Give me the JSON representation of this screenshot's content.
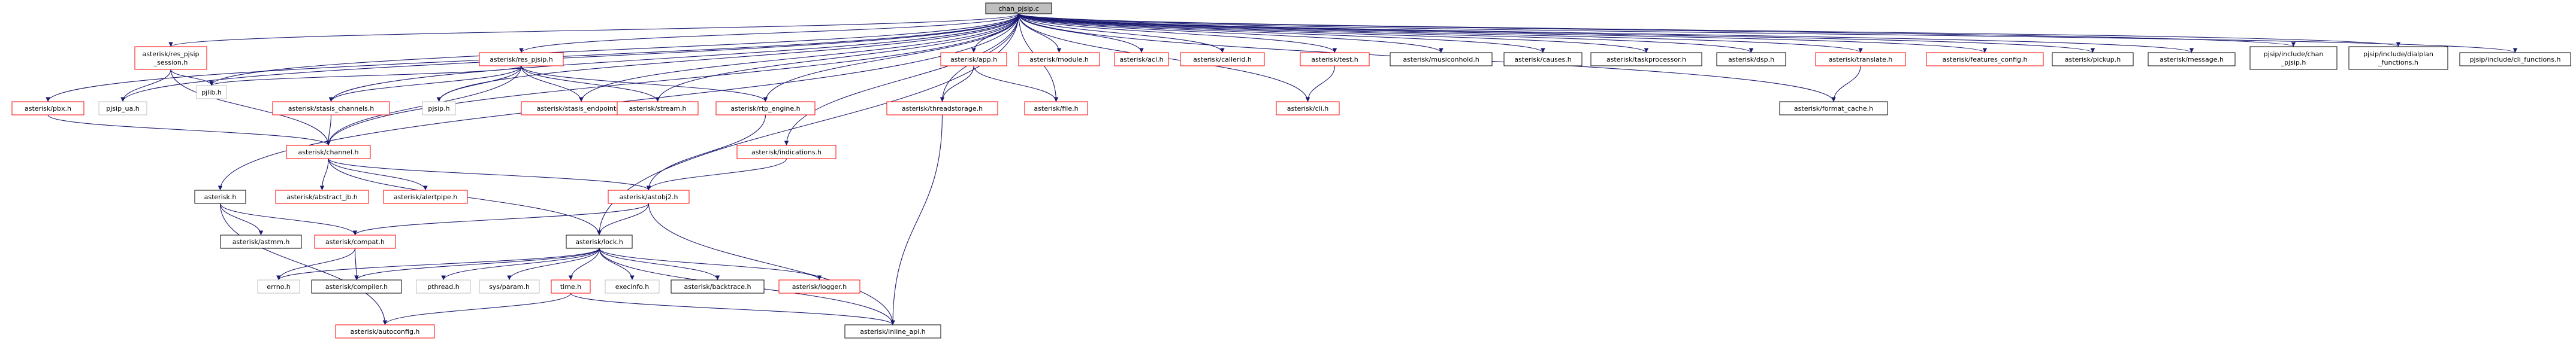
{
  "colors": {
    "edge": "#191970",
    "border_normal": "#000000",
    "border_missing": "#ff0000",
    "border_external": "#bfbfbf",
    "root_fill": "#bfbfbf"
  },
  "nodes": [
    {
      "id": "chan_pjsip",
      "label": "chan_pjsip.c",
      "kind": "root"
    },
    {
      "id": "res_pjsip_session",
      "label": "asterisk/res_pjsip\n_session.h",
      "kind": "missing"
    },
    {
      "id": "res_pjsip",
      "label": "asterisk/res_pjsip.h",
      "kind": "missing"
    },
    {
      "id": "pbx",
      "label": "asterisk/pbx.h",
      "kind": "missing"
    },
    {
      "id": "pjsip_ua",
      "label": "pjsip_ua.h",
      "kind": "external"
    },
    {
      "id": "pjlib",
      "label": "pjlib.h",
      "kind": "external"
    },
    {
      "id": "stasis_channels",
      "label": "asterisk/stasis_channels.h",
      "kind": "missing"
    },
    {
      "id": "pjsip",
      "label": "pjsip.h",
      "kind": "external"
    },
    {
      "id": "stasis_endpoints",
      "label": "asterisk/stasis_endpoints.h",
      "kind": "missing"
    },
    {
      "id": "stream",
      "label": "asterisk/stream.h",
      "kind": "missing"
    },
    {
      "id": "rtp_engine",
      "label": "asterisk/rtp_engine.h",
      "kind": "missing"
    },
    {
      "id": "indications",
      "label": "asterisk/indications.h",
      "kind": "missing"
    },
    {
      "id": "app",
      "label": "asterisk/app.h",
      "kind": "missing"
    },
    {
      "id": "threadstorage",
      "label": "asterisk/threadstorage.h",
      "kind": "missing"
    },
    {
      "id": "file",
      "label": "asterisk/file.h",
      "kind": "missing"
    },
    {
      "id": "module",
      "label": "asterisk/module.h",
      "kind": "missing"
    },
    {
      "id": "acl",
      "label": "asterisk/acl.h",
      "kind": "missing"
    },
    {
      "id": "callerid",
      "label": "asterisk/callerid.h",
      "kind": "missing"
    },
    {
      "id": "test",
      "label": "asterisk/test.h",
      "kind": "missing"
    },
    {
      "id": "cli",
      "label": "asterisk/cli.h",
      "kind": "missing"
    },
    {
      "id": "musiconhold",
      "label": "asterisk/musiconhold.h",
      "kind": "normal"
    },
    {
      "id": "causes",
      "label": "asterisk/causes.h",
      "kind": "normal"
    },
    {
      "id": "taskprocessor",
      "label": "asterisk/taskprocessor.h",
      "kind": "normal"
    },
    {
      "id": "dsp",
      "label": "asterisk/dsp.h",
      "kind": "normal"
    },
    {
      "id": "translate",
      "label": "asterisk/translate.h",
      "kind": "missing"
    },
    {
      "id": "format_cache",
      "label": "asterisk/format_cache.h",
      "kind": "normal"
    },
    {
      "id": "features_config",
      "label": "asterisk/features_config.h",
      "kind": "missing"
    },
    {
      "id": "pickup",
      "label": "asterisk/pickup.h",
      "kind": "normal"
    },
    {
      "id": "message",
      "label": "asterisk/message.h",
      "kind": "normal"
    },
    {
      "id": "chan_pjsip_h",
      "label": "pjsip/include/chan\n_pjsip.h",
      "kind": "normal"
    },
    {
      "id": "dialplan_functions",
      "label": "pjsip/include/dialplan\n_functions.h",
      "kind": "normal"
    },
    {
      "id": "cli_functions",
      "label": "pjsip/include/cli_functions.h",
      "kind": "normal"
    },
    {
      "id": "channel",
      "label": "asterisk/channel.h",
      "kind": "missing"
    },
    {
      "id": "abstract_jb",
      "label": "asterisk/abstract_jb.h",
      "kind": "missing"
    },
    {
      "id": "alertpipe",
      "label": "asterisk/alertpipe.h",
      "kind": "missing"
    },
    {
      "id": "astobj2",
      "label": "asterisk/astobj2.h",
      "kind": "missing"
    },
    {
      "id": "asterisk_h",
      "label": "asterisk.h",
      "kind": "normal"
    },
    {
      "id": "astmm",
      "label": "asterisk/astmm.h",
      "kind": "normal"
    },
    {
      "id": "compat",
      "label": "asterisk/compat.h",
      "kind": "missing"
    },
    {
      "id": "lock",
      "label": "asterisk/lock.h",
      "kind": "normal"
    },
    {
      "id": "errno",
      "label": "errno.h",
      "kind": "external"
    },
    {
      "id": "compiler",
      "label": "asterisk/compiler.h",
      "kind": "normal"
    },
    {
      "id": "pthread",
      "label": "pthread.h",
      "kind": "external"
    },
    {
      "id": "sysparam",
      "label": "sys/param.h",
      "kind": "external"
    },
    {
      "id": "time",
      "label": "time.h",
      "kind": "missing"
    },
    {
      "id": "execinfo",
      "label": "execinfo.h",
      "kind": "external"
    },
    {
      "id": "backtrace",
      "label": "asterisk/backtrace.h",
      "kind": "normal"
    },
    {
      "id": "logger",
      "label": "asterisk/logger.h",
      "kind": "missing"
    },
    {
      "id": "autoconfig",
      "label": "asterisk/autoconfig.h",
      "kind": "missing"
    },
    {
      "id": "inline_api",
      "label": "asterisk/inline_api.h",
      "kind": "normal"
    }
  ],
  "edges": [
    [
      "chan_pjsip",
      "res_pjsip_session"
    ],
    [
      "chan_pjsip",
      "res_pjsip"
    ],
    [
      "chan_pjsip",
      "pbx"
    ],
    [
      "chan_pjsip",
      "pjsip_ua"
    ],
    [
      "chan_pjsip",
      "pjlib"
    ],
    [
      "chan_pjsip",
      "stasis_channels"
    ],
    [
      "chan_pjsip",
      "pjsip"
    ],
    [
      "chan_pjsip",
      "stasis_endpoints"
    ],
    [
      "chan_pjsip",
      "stream"
    ],
    [
      "chan_pjsip",
      "rtp_engine"
    ],
    [
      "chan_pjsip",
      "indications"
    ],
    [
      "chan_pjsip",
      "app"
    ],
    [
      "chan_pjsip",
      "threadstorage"
    ],
    [
      "chan_pjsip",
      "module"
    ],
    [
      "chan_pjsip",
      "acl"
    ],
    [
      "chan_pjsip",
      "callerid"
    ],
    [
      "chan_pjsip",
      "test"
    ],
    [
      "chan_pjsip",
      "musiconhold"
    ],
    [
      "chan_pjsip",
      "causes"
    ],
    [
      "chan_pjsip",
      "taskprocessor"
    ],
    [
      "chan_pjsip",
      "dsp"
    ],
    [
      "chan_pjsip",
      "translate"
    ],
    [
      "chan_pjsip",
      "format_cache"
    ],
    [
      "chan_pjsip",
      "features_config"
    ],
    [
      "chan_pjsip",
      "pickup"
    ],
    [
      "chan_pjsip",
      "message"
    ],
    [
      "chan_pjsip",
      "chan_pjsip_h"
    ],
    [
      "chan_pjsip",
      "dialplan_functions"
    ],
    [
      "chan_pjsip",
      "cli_functions"
    ],
    [
      "chan_pjsip",
      "channel"
    ],
    [
      "chan_pjsip",
      "asterisk_h"
    ],
    [
      "chan_pjsip",
      "lock"
    ],
    [
      "res_pjsip_session",
      "pjsip_ua"
    ],
    [
      "res_pjsip_session",
      "pjlib"
    ],
    [
      "res_pjsip_session",
      "channel"
    ],
    [
      "res_pjsip",
      "pjlib"
    ],
    [
      "res_pjsip",
      "pjsip"
    ],
    [
      "res_pjsip",
      "stasis_channels"
    ],
    [
      "res_pjsip",
      "stasis_endpoints"
    ],
    [
      "res_pjsip",
      "stream"
    ],
    [
      "res_pjsip",
      "rtp_engine"
    ],
    [
      "res_pjsip",
      "channel"
    ],
    [
      "pbx",
      "channel"
    ],
    [
      "stasis_channels",
      "channel"
    ],
    [
      "rtp_engine",
      "astobj2"
    ],
    [
      "indications",
      "astobj2"
    ],
    [
      "app",
      "threadstorage"
    ],
    [
      "app",
      "file"
    ],
    [
      "chan_pjsip",
      "file"
    ],
    [
      "test",
      "cli"
    ],
    [
      "chan_pjsip",
      "cli"
    ],
    [
      "translate",
      "format_cache"
    ],
    [
      "channel",
      "abstract_jb"
    ],
    [
      "channel",
      "alertpipe"
    ],
    [
      "channel",
      "astobj2"
    ],
    [
      "channel",
      "lock"
    ],
    [
      "astobj2",
      "compat"
    ],
    [
      "astobj2",
      "lock"
    ],
    [
      "astobj2",
      "inline_api"
    ],
    [
      "threadstorage",
      "inline_api"
    ],
    [
      "asterisk_h",
      "astmm"
    ],
    [
      "asterisk_h",
      "compat"
    ],
    [
      "asterisk_h",
      "autoconfig"
    ],
    [
      "compat",
      "errno"
    ],
    [
      "compat",
      "compiler"
    ],
    [
      "lock",
      "errno"
    ],
    [
      "lock",
      "compiler"
    ],
    [
      "lock",
      "pthread"
    ],
    [
      "lock",
      "sysparam"
    ],
    [
      "lock",
      "time"
    ],
    [
      "lock",
      "execinfo"
    ],
    [
      "lock",
      "backtrace"
    ],
    [
      "lock",
      "logger"
    ],
    [
      "lock",
      "inline_api"
    ],
    [
      "time",
      "autoconfig"
    ],
    [
      "time",
      "inline_api"
    ]
  ]
}
